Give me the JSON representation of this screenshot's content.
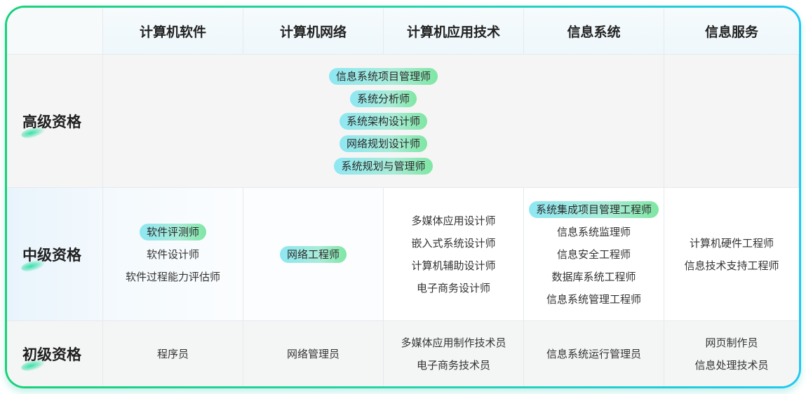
{
  "headers": [
    "",
    "计算机软件",
    "计算机网络",
    "计算机应用技术",
    "信息系统",
    "信息服务"
  ],
  "rows": {
    "senior": {
      "label": "高级资格",
      "items": [
        "信息系统项目管理师",
        "系统分析师",
        "系统架构设计师",
        "网络规划设计师",
        "系统规划与管理师"
      ]
    },
    "mid": {
      "label": "中级资格",
      "software": [
        {
          "text": "软件评测师",
          "highlight": true
        },
        {
          "text": "软件设计师",
          "highlight": false
        },
        {
          "text": "软件过程能力评估师",
          "highlight": false
        }
      ],
      "network": [
        {
          "text": "网络工程师",
          "highlight": true
        }
      ],
      "application": [
        {
          "text": "多媒体应用设计师",
          "highlight": false
        },
        {
          "text": "嵌入式系统设计师",
          "highlight": false
        },
        {
          "text": "计算机辅助设计师",
          "highlight": false
        },
        {
          "text": "电子商务设计师",
          "highlight": false
        }
      ],
      "infosys": [
        {
          "text": "系统集成项目管理工程师",
          "highlight": true
        },
        {
          "text": "信息系统监理师",
          "highlight": false
        },
        {
          "text": "信息安全工程师",
          "highlight": false
        },
        {
          "text": "数据库系统工程师",
          "highlight": false
        },
        {
          "text": "信息系统管理工程师",
          "highlight": false
        }
      ],
      "service": [
        {
          "text": "计算机硬件工程师",
          "highlight": false
        },
        {
          "text": "信息技术支持工程师",
          "highlight": false
        }
      ]
    },
    "junior": {
      "label": "初级资格",
      "software": [
        "程序员"
      ],
      "network": [
        "网络管理员"
      ],
      "application": [
        "多媒体应用制作技术员",
        "电子商务技术员"
      ],
      "infosys": [
        "信息系统运行管理员"
      ],
      "service": [
        "网页制作员",
        "信息处理技术员"
      ]
    }
  },
  "colors": {
    "border_gradient": [
      "#19d17a",
      "#20c8f2"
    ],
    "pill_gradient": [
      "#8ee7f2",
      "#7fe6a3"
    ],
    "deco": "#37e0a8"
  }
}
